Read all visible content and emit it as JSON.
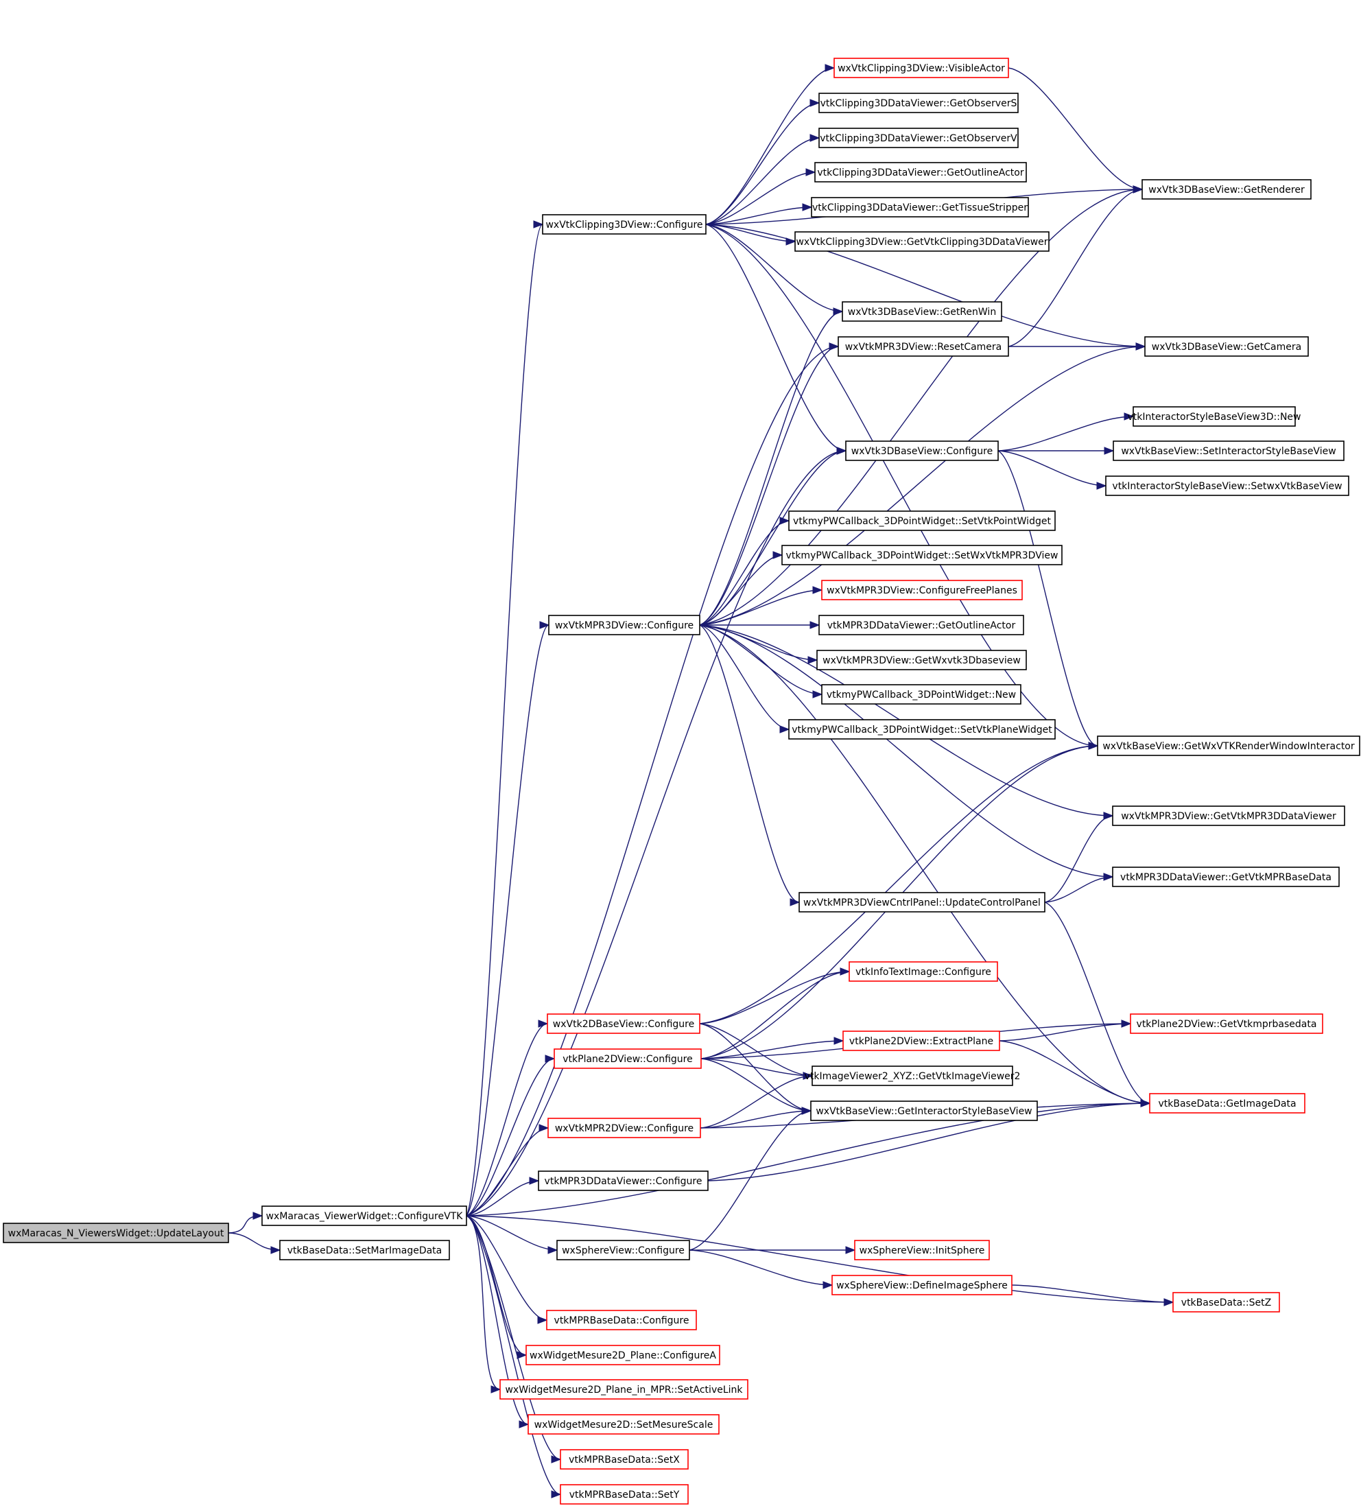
{
  "title": "Call graph for wxMaracas_N_ViewersWidget::UpdateLayout",
  "colors": {
    "edge": "#191970",
    "root_fill": "#bfbfbf",
    "normal_border": "#000000",
    "undocumented_border": "#ff0000"
  },
  "nodes": [
    {
      "id": "root",
      "label": "wxMaracas_N_ViewersWidget::UpdateLayout",
      "style": "root"
    },
    {
      "id": "configureVTK",
      "label": "wxMaracas_ViewerWidget::ConfigureVTK",
      "style": "normal"
    },
    {
      "id": "setMarImageData",
      "label": "vtkBaseData::SetMarImageData",
      "style": "normal"
    },
    {
      "id": "clipConfigure",
      "label": "wxVtkClipping3DView::Configure",
      "style": "normal"
    },
    {
      "id": "visibleActor",
      "label": "wxVtkClipping3DView::VisibleActor",
      "style": "red"
    },
    {
      "id": "getObserverS",
      "label": "vtkClipping3DDataViewer::GetObserverS",
      "style": "normal"
    },
    {
      "id": "getObserverV",
      "label": "vtkClipping3DDataViewer::GetObserverV",
      "style": "normal"
    },
    {
      "id": "clipGetOutlineActor",
      "label": "vtkClipping3DDataViewer::GetOutlineActor",
      "style": "normal"
    },
    {
      "id": "getTissueStripper",
      "label": "vtkClipping3DDataViewer::GetTissueStripper",
      "style": "normal"
    },
    {
      "id": "getVtkClipping3DDataViewer",
      "label": "wxVtkClipping3DView::GetVtkClipping3DDataViewer",
      "style": "normal"
    },
    {
      "id": "getRenderer",
      "label": "wxVtk3DBaseView::GetRenderer",
      "style": "normal"
    },
    {
      "id": "getRenWin",
      "label": "wxVtk3DBaseView::GetRenWin",
      "style": "normal"
    },
    {
      "id": "resetCamera",
      "label": "wxVtkMPR3DView::ResetCamera",
      "style": "normal"
    },
    {
      "id": "getCamera",
      "label": "wxVtk3DBaseView::GetCamera",
      "style": "normal"
    },
    {
      "id": "isbv3dNew",
      "label": "vtkInteractorStyleBaseView3D::New",
      "style": "normal"
    },
    {
      "id": "base3dConfigure",
      "label": "wxVtk3DBaseView::Configure",
      "style": "normal"
    },
    {
      "id": "setInteractorStyleBaseView",
      "label": "wxVtkBaseView::SetInteractorStyleBaseView",
      "style": "normal"
    },
    {
      "id": "setwxVtkBaseView",
      "label": "vtkInteractorStyleBaseView::SetwxVtkBaseView",
      "style": "normal"
    },
    {
      "id": "setVtkPointWidget",
      "label": "vtkmyPWCallback_3DPointWidget::SetVtkPointWidget",
      "style": "normal"
    },
    {
      "id": "setWxVtkMPR3DView",
      "label": "vtkmyPWCallback_3DPointWidget::SetWxVtkMPR3DView",
      "style": "normal"
    },
    {
      "id": "configureFreePlanes",
      "label": "wxVtkMPR3DView::ConfigureFreePlanes",
      "style": "red"
    },
    {
      "id": "mpr3dConfigure",
      "label": "wxVtkMPR3DView::Configure",
      "style": "normal"
    },
    {
      "id": "mprGetOutlineActor",
      "label": "vtkMPR3DDataViewer::GetOutlineActor",
      "style": "normal"
    },
    {
      "id": "getWxvtk3Dbaseview",
      "label": "wxVtkMPR3DView::GetWxvtk3Dbaseview",
      "style": "normal"
    },
    {
      "id": "pwNew",
      "label": "vtkmyPWCallback_3DPointWidget::New",
      "style": "normal"
    },
    {
      "id": "setVtkPlaneWidget",
      "label": "vtkmyPWCallback_3DPointWidget::SetVtkPlaneWidget",
      "style": "normal"
    },
    {
      "id": "getWxVTKRWI",
      "label": "wxVtkBaseView::GetWxVTKRenderWindowInteractor",
      "style": "normal"
    },
    {
      "id": "getVtkMPR3DDataViewer",
      "label": "wxVtkMPR3DView::GetVtkMPR3DDataViewer",
      "style": "normal"
    },
    {
      "id": "getVtkMPRBaseData",
      "label": "vtkMPR3DDataViewer::GetVtkMPRBaseData",
      "style": "normal"
    },
    {
      "id": "updateControlPanel",
      "label": "wxVtkMPR3DViewCntrlPanel::UpdateControlPanel",
      "style": "normal"
    },
    {
      "id": "infoTextConfigure",
      "label": "vtkInfoTextImage::Configure",
      "style": "red"
    },
    {
      "id": "base2dConfigure",
      "label": "wxVtk2DBaseView::Configure",
      "style": "red"
    },
    {
      "id": "getVtkmprbasedata",
      "label": "vtkPlane2DView::GetVtkmprbasedata",
      "style": "red"
    },
    {
      "id": "extractPlane",
      "label": "vtkPlane2DView::ExtractPlane",
      "style": "red"
    },
    {
      "id": "plane2dConfigure",
      "label": "vtkPlane2DView::Configure",
      "style": "red"
    },
    {
      "id": "getVtkImageViewer2",
      "label": "vtkImageViewer2_XYZ::GetVtkImageViewer2",
      "style": "normal"
    },
    {
      "id": "getImageData",
      "label": "vtkBaseData::GetImageData",
      "style": "red"
    },
    {
      "id": "getInteractorStyleBaseView",
      "label": "wxVtkBaseView::GetInteractorStyleBaseView",
      "style": "normal"
    },
    {
      "id": "mpr2dConfigure",
      "label": "wxVtkMPR2DView::Configure",
      "style": "red"
    },
    {
      "id": "mpr3dDVConfigure",
      "label": "vtkMPR3DDataViewer::Configure",
      "style": "normal"
    },
    {
      "id": "sphereConfigure",
      "label": "wxSphereView::Configure",
      "style": "normal"
    },
    {
      "id": "initSphere",
      "label": "wxSphereView::InitSphere",
      "style": "red"
    },
    {
      "id": "defineImageSphere",
      "label": "wxSphereView::DefineImageSphere",
      "style": "red"
    },
    {
      "id": "setZ",
      "label": "vtkBaseData::SetZ",
      "style": "red"
    },
    {
      "id": "mprBDConfigure",
      "label": "vtkMPRBaseData::Configure",
      "style": "red"
    },
    {
      "id": "configureA",
      "label": "wxWidgetMesure2D_Plane::ConfigureA",
      "style": "red"
    },
    {
      "id": "setActiveLink",
      "label": "wxWidgetMesure2D_Plane_in_MPR::SetActiveLink",
      "style": "red"
    },
    {
      "id": "setMesureScale",
      "label": "wxWidgetMesure2D::SetMesureScale",
      "style": "red"
    },
    {
      "id": "setX",
      "label": "vtkMPRBaseData::SetX",
      "style": "red"
    },
    {
      "id": "setY",
      "label": "vtkMPRBaseData::SetY",
      "style": "red"
    }
  ],
  "edges": [
    [
      "root",
      "configureVTK"
    ],
    [
      "root",
      "setMarImageData"
    ],
    [
      "configureVTK",
      "clipConfigure"
    ],
    [
      "configureVTK",
      "resetCamera"
    ],
    [
      "configureVTK",
      "base3dConfigure"
    ],
    [
      "configureVTK",
      "mpr3dConfigure"
    ],
    [
      "configureVTK",
      "base2dConfigure"
    ],
    [
      "configureVTK",
      "plane2dConfigure"
    ],
    [
      "configureVTK",
      "mpr2dConfigure"
    ],
    [
      "configureVTK",
      "mpr3dDVConfigure"
    ],
    [
      "configureVTK",
      "getImageData"
    ],
    [
      "configureVTK",
      "sphereConfigure"
    ],
    [
      "configureVTK",
      "setZ"
    ],
    [
      "configureVTK",
      "mprBDConfigure"
    ],
    [
      "configureVTK",
      "configureA"
    ],
    [
      "configureVTK",
      "setActiveLink"
    ],
    [
      "configureVTK",
      "setMesureScale"
    ],
    [
      "configureVTK",
      "setX"
    ],
    [
      "configureVTK",
      "setY"
    ],
    [
      "clipConfigure",
      "visibleActor"
    ],
    [
      "clipConfigure",
      "getObserverS"
    ],
    [
      "clipConfigure",
      "getObserverV"
    ],
    [
      "clipConfigure",
      "clipGetOutlineActor"
    ],
    [
      "clipConfigure",
      "getTissueStripper"
    ],
    [
      "clipConfigure",
      "getVtkClipping3DDataViewer"
    ],
    [
      "clipConfigure",
      "getRenderer"
    ],
    [
      "clipConfigure",
      "getRenWin"
    ],
    [
      "clipConfigure",
      "getCamera"
    ],
    [
      "clipConfigure",
      "base3dConfigure"
    ],
    [
      "clipConfigure",
      "getWxVTKRWI"
    ],
    [
      "visibleActor",
      "getRenderer"
    ],
    [
      "resetCamera",
      "getRenderer"
    ],
    [
      "resetCamera",
      "getCamera"
    ],
    [
      "base3dConfigure",
      "isbv3dNew"
    ],
    [
      "base3dConfigure",
      "setInteractorStyleBaseView"
    ],
    [
      "base3dConfigure",
      "setwxVtkBaseView"
    ],
    [
      "base3dConfigure",
      "getWxVTKRWI"
    ],
    [
      "mpr3dConfigure",
      "getRenWin"
    ],
    [
      "mpr3dConfigure",
      "resetCamera"
    ],
    [
      "mpr3dConfigure",
      "getRenderer"
    ],
    [
      "mpr3dConfigure",
      "getCamera"
    ],
    [
      "mpr3dConfigure",
      "base3dConfigure"
    ],
    [
      "mpr3dConfigure",
      "setVtkPointWidget"
    ],
    [
      "mpr3dConfigure",
      "setWxVtkMPR3DView"
    ],
    [
      "mpr3dConfigure",
      "configureFreePlanes"
    ],
    [
      "mpr3dConfigure",
      "mprGetOutlineActor"
    ],
    [
      "mpr3dConfigure",
      "getWxvtk3Dbaseview"
    ],
    [
      "mpr3dConfigure",
      "pwNew"
    ],
    [
      "mpr3dConfigure",
      "setVtkPlaneWidget"
    ],
    [
      "mpr3dConfigure",
      "getVtkMPR3DDataViewer"
    ],
    [
      "mpr3dConfigure",
      "getVtkMPRBaseData"
    ],
    [
      "mpr3dConfigure",
      "updateControlPanel"
    ],
    [
      "mpr3dConfigure",
      "getImageData"
    ],
    [
      "updateControlPanel",
      "getVtkMPR3DDataViewer"
    ],
    [
      "updateControlPanel",
      "getVtkMPRBaseData"
    ],
    [
      "updateControlPanel",
      "getImageData"
    ],
    [
      "base2dConfigure",
      "getWxVTKRWI"
    ],
    [
      "base2dConfigure",
      "infoTextConfigure"
    ],
    [
      "base2dConfigure",
      "getVtkImageViewer2"
    ],
    [
      "base2dConfigure",
      "getInteractorStyleBaseView"
    ],
    [
      "plane2dConfigure",
      "getWxVTKRWI"
    ],
    [
      "plane2dConfigure",
      "infoTextConfigure"
    ],
    [
      "plane2dConfigure",
      "getVtkmprbasedata"
    ],
    [
      "plane2dConfigure",
      "extractPlane"
    ],
    [
      "plane2dConfigure",
      "getVtkImageViewer2"
    ],
    [
      "plane2dConfigure",
      "getInteractorStyleBaseView"
    ],
    [
      "extractPlane",
      "getVtkmprbasedata"
    ],
    [
      "extractPlane",
      "getImageData"
    ],
    [
      "mpr2dConfigure",
      "getVtkImageViewer2"
    ],
    [
      "mpr2dConfigure",
      "getInteractorStyleBaseView"
    ],
    [
      "mpr2dConfigure",
      "getImageData"
    ],
    [
      "mpr3dDVConfigure",
      "getImageData"
    ],
    [
      "sphereConfigure",
      "getInteractorStyleBaseView"
    ],
    [
      "sphereConfigure",
      "initSphere"
    ],
    [
      "sphereConfigure",
      "defineImageSphere"
    ],
    [
      "defineImageSphere",
      "setZ"
    ]
  ]
}
